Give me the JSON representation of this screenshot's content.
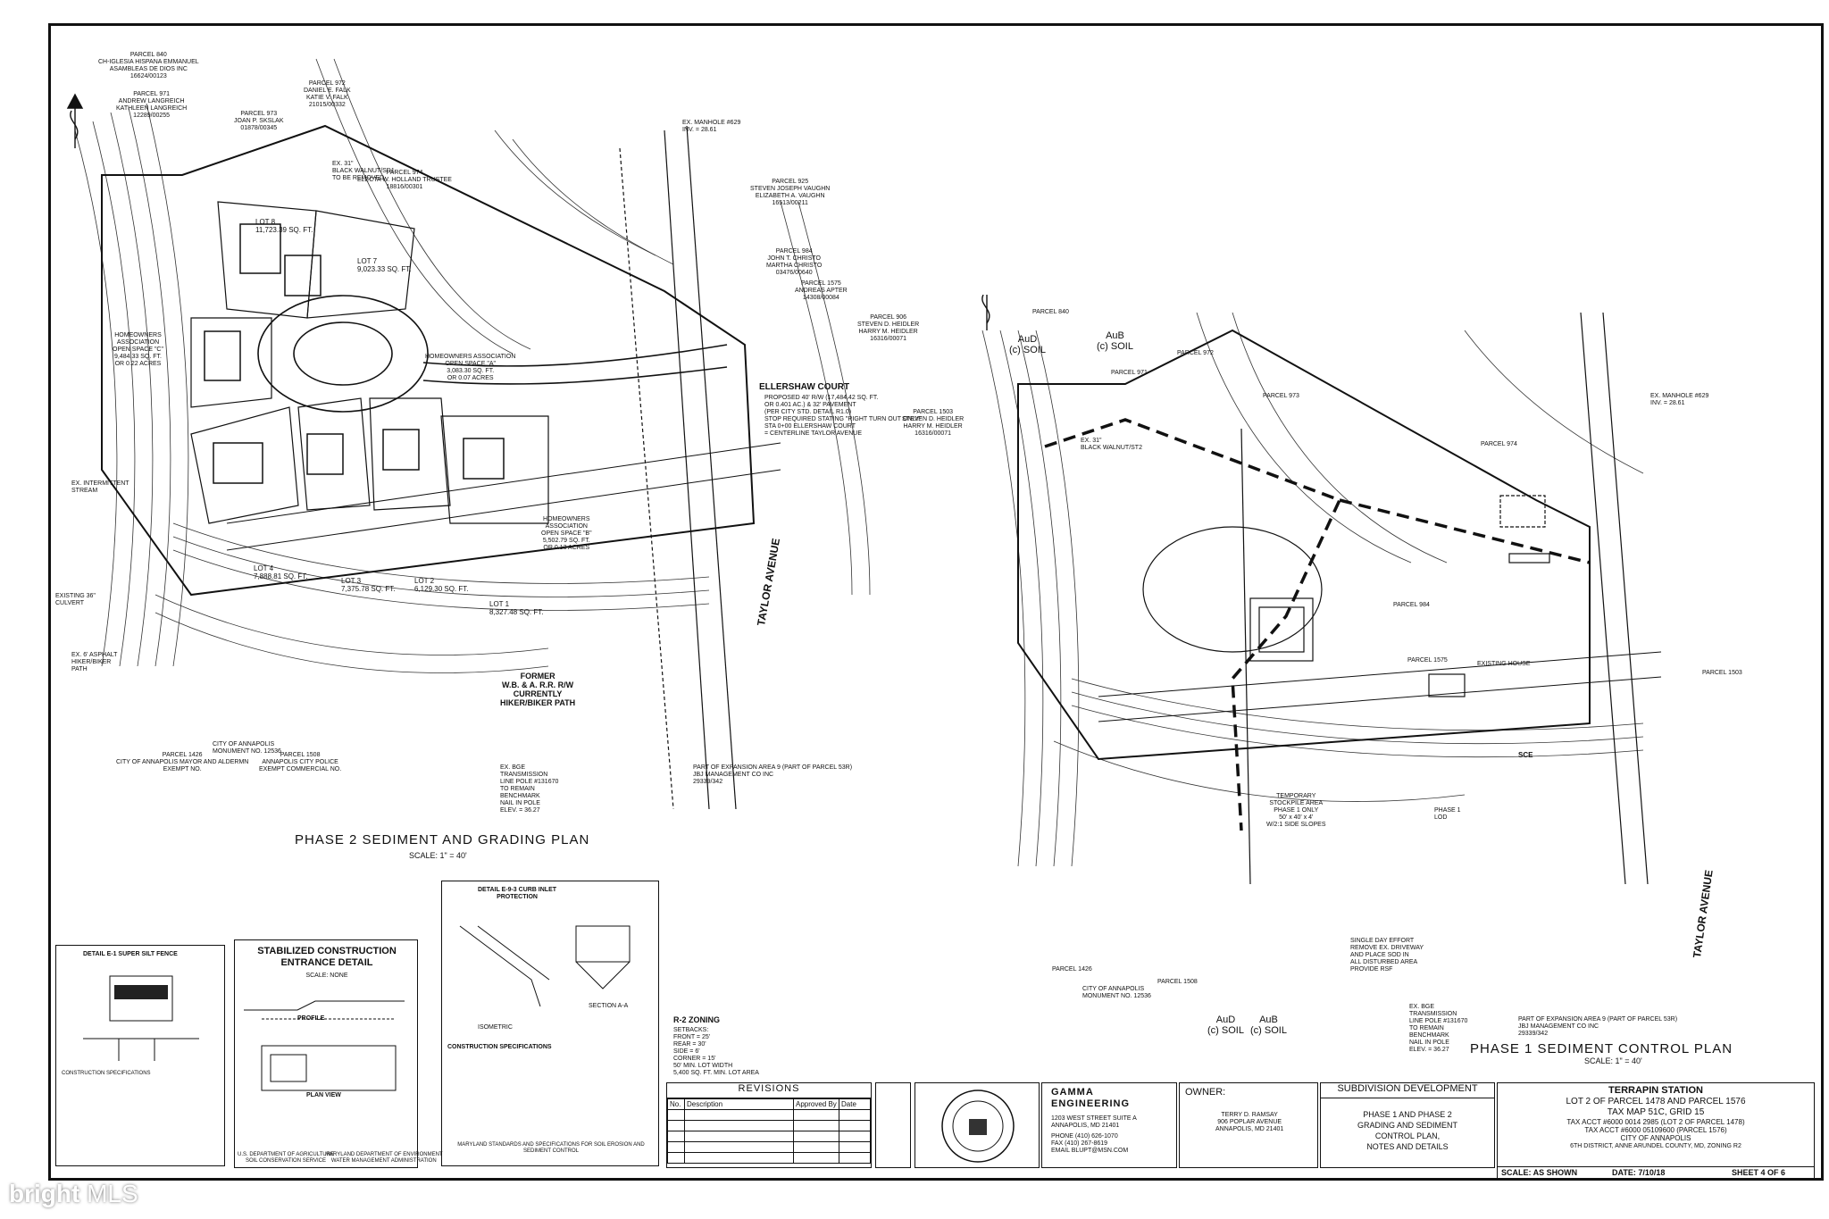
{
  "left_plan": {
    "title": "PHASE 2 SEDIMENT AND GRADING PLAN",
    "scale": "SCALE:  1\" = 40'",
    "labels": {
      "parcel840": "PARCEL 840\nCH-IGLESIA HISPANA EMMANUEL\nASAMBLEAS DE DIOS INC\n16624/00123",
      "parcel971": "PARCEL 971\nANDREW LANGREICH\nKATHLEEN LANGREICH\n12289/00255",
      "parcel972": "PARCEL 972\nDANIEL E. FALK\nKATIE V. FALK\n21015/00332",
      "parcel973": "PARCEL 973\nJOAN P. SKSLAK\n01878/00345",
      "parcel974": "PARCEL 974\nELECTA W. HOLLAND TRUSTEE\n18816/00301",
      "parcel925": "PARCEL 925\nSTEVEN JOSEPH VAUGHN\nELIZABETH A. VAUGHN\n16513/00211",
      "parcel984": "PARCEL 984\nJOHN T. CHRISTO\nMARTHA CHRISTO\n03476/00640",
      "parcel1575": "PARCEL 1575\nANDREAS APTER\n14308/00084",
      "parcel906": "PARCEL 906\nSTEVEN D. HEIDLER\nHARRY M. HEIDLER\n16316/00071",
      "parcel1503": "PARCEL 1503\nSTEVEN D. HEIDLER\nHARRY M. HEIDLER\n16316/00071",
      "parcel1426": "PARCEL 1426\nCITY OF ANNAPOLIS MAYOR AND ALDERMN\nEXEMPT NO.",
      "parcel1508": "PARCEL 1508\nANNAPOLIS CITY POLICE\nEXEMPT COMMERCIAL NO.",
      "lot8": "LOT 8\n11,723.39 SQ. FT.",
      "lot7": "LOT 7\n9,023.33 SQ. FT.",
      "lot4": "LOT 4\n7,888.81 SQ. FT.",
      "lot3": "LOT 3\n7,375.78 SQ. FT.",
      "lot2": "LOT 2\n6,129.30 SQ. FT.",
      "lot1": "LOT 1\n8,327.48 SQ. FT.",
      "hoa_a": "HOMEOWNERS ASSOCIATION\nOPEN SPACE \"A\"\n3,083.30 SQ. FT.\nOR 0.07 ACRES",
      "hoa_b": "HOMEOWNERS\nASSOCIATION\nOPEN SPACE \"B\"\n5,502.79 SQ. FT.\nOR 0.13 ACRES",
      "hoa_c": "HOMEOWNERS\nASSOCIATION\nOPEN SPACE \"C\"\n9,484.33 SQ. FT.\nOR 0.22 ACRES",
      "ellershaw": "ELLERSHAW COURT",
      "ellershaw_detail": "PROPOSED 40' R/W (17,484.42 SQ. FT.\nOR 0.401 AC.) & 32' PAVEMENT\n(PER CITY STD. DETAIL R1.0)\nSTOP REQUIRED STATING \"RIGHT TURN OUT ONLY\"\nSTA 0+00 ELLERSHAW COURT\n= CENTERLINE TAYLOR AVENUE",
      "taylor": "TAYLOR AVENUE",
      "former": "FORMER\nW.B. & A. R.R. R/W\nCURRENTLY\nHIKER/BIKER PATH",
      "manhole": "EX. MANHOLE #629\nINV. = 28.61",
      "benchmark": "EX. BGE\nTRANSMISSION\nLINE POLE #131670\nTO REMAIN\nBENCHMARK\nNAIL IN POLE\nELEV. = 36.27",
      "monument": "CITY OF ANNAPOLIS\nMONUMENT NO. 12536",
      "expansion": "PART OF EXPANSION AREA 9 (PART OF PARCEL 53R)\nJBJ MANAGEMENT CO INC\n29339/342",
      "walnut": "EX. 31\"\nBLACK WALNUT/SD1\nTO BE REMOVED",
      "stream": "EX. INTERMITTENT\nSTREAM",
      "culvert": "EXISTING 36\"\nCULVERT",
      "asphalt_path": "EX. 6' ASPHALT\nHIKER/BIKER\nPATH"
    }
  },
  "right_plan": {
    "title": "PHASE 1 SEDIMENT CONTROL PLAN",
    "scale": "SCALE:  1\" = 40'",
    "labels": {
      "soil_aud": "AuD\n(c) SOIL",
      "soil_aub": "AuB\n(c) SOIL",
      "parcel840": "PARCEL 840",
      "parcel971": "PARCEL 971",
      "parcel972": "PARCEL 972",
      "parcel973": "PARCEL 973",
      "parcel974": "PARCEL 974",
      "parcel984": "PARCEL 984",
      "parcel1575": "PARCEL 1575",
      "parcel1503": "PARCEL 1503",
      "parcel1426": "PARCEL 1426",
      "parcel1508": "PARCEL 1508",
      "existing_house": "EXISTING HOUSE",
      "walnut": "EX. 31\"\nBLACK WALNUT/ST2",
      "stockpile": "TEMPORARY\nSTOCKPILE AREA\nPHASE 1 ONLY\n50' x 40' x 4'\nW/2:1 SIDE SLOPES",
      "lod": "PHASE 1\nLOD",
      "taylor": "TAYLOR AVENUE",
      "sce": "SCE",
      "single_day": "SINGLE DAY EFFORT\nREMOVE EX. DRIVEWAY\nAND PLACE SOD IN\nALL DISTURBED AREA\nPROVIDE RSF",
      "manhole": "EX. MANHOLE #629\nINV. = 28.61",
      "benchmark": "EX. BGE\nTRANSMISSION\nLINE POLE #131670\nTO REMAIN\nBENCHMARK\nNAIL IN POLE\nELEV. = 36.27",
      "expansion": "PART OF EXPANSION AREA 9 (PART OF PARCEL 53R)\nJBJ MANAGEMENT CO INC\n29339/342",
      "monument": "CITY OF ANNAPOLIS\nMONUMENT NO. 12536"
    }
  },
  "details": {
    "silt_fence": "DETAIL E-1   SUPER SILT FENCE",
    "stabilized_title": "STABILIZED CONSTRUCTION\nENTRANCE DETAIL",
    "stabilized_scale": "SCALE: NONE",
    "profile": "PROFILE",
    "plan_view": "PLAN VIEW",
    "curb_inlet": "DETAIL E-9-3       CURB INLET\nPROTECTION",
    "section": "SECTION A-A",
    "isometric": "ISOMETRIC",
    "construction_specs": "CONSTRUCTION SPECIFICATIONS",
    "md_standards": "MARYLAND STANDARDS AND SPECIFICATIONS FOR SOIL EROSION AND SEDIMENT CONTROL",
    "usda": "U.S. DEPARTMENT OF AGRICULTURE\nSOIL CONSERVATION SERVICE",
    "mde": "MARYLAND DEPARTMENT OF ENVIRONMENT\nWATER MANAGEMENT ADMINISTRATION"
  },
  "zoning": {
    "title": "R-2 ZONING",
    "text": "SETBACKS:\nFRONT = 25'\nREAR = 30'\nSIDE = 6'\nCORNER = 15'\n50' MIN. LOT WIDTH\n5,400 SQ. FT. MIN. LOT AREA"
  },
  "revisions": {
    "title": "REVISIONS",
    "headers": [
      "No.",
      "Description",
      "Approved By",
      "Date"
    ]
  },
  "engineer": {
    "name": "GAMMA\nENGINEERING",
    "address": "1203 WEST STREET SUITE A\nANNAPOLIS, MD 21401",
    "contact": "PHONE (410) 626-1070\nFAX (410) 267-8619\nEMAIL BLUPT@MSN.COM"
  },
  "owner": {
    "label": "OWNER:",
    "text": "TERRY D. RAMSAY\n906 POPLAR AVENUE\nANNAPOLIS, MD 21401"
  },
  "subdivision": {
    "title": "SUBDIVISION DEVELOPMENT",
    "desc": "PHASE 1 AND PHASE 2\nGRADING AND SEDIMENT\nCONTROL PLAN,\nNOTES AND DETAILS"
  },
  "project": {
    "name": "TERRAPIN STATION",
    "lot": "LOT 2 OF PARCEL 1478 AND PARCEL 1576",
    "map": "TAX MAP 51C, GRID 15",
    "acct": "TAX ACCT #6000 0014 2985 (LOT 2 OF PARCEL 1478)\nTAX ACCT #6000 05109600 (PARCEL 1576)",
    "city": "CITY OF ANNAPOLIS",
    "district": "6TH DISTRICT, ANNE ARUNDEL COUNTY, MD, ZONING R2"
  },
  "footer": {
    "scale": "SCALE:  AS SHOWN",
    "date": "DATE:  7/10/18",
    "sheet": "SHEET 4 OF 6"
  },
  "watermark": {
    "brand": "bright",
    "suffix": "MLS"
  }
}
